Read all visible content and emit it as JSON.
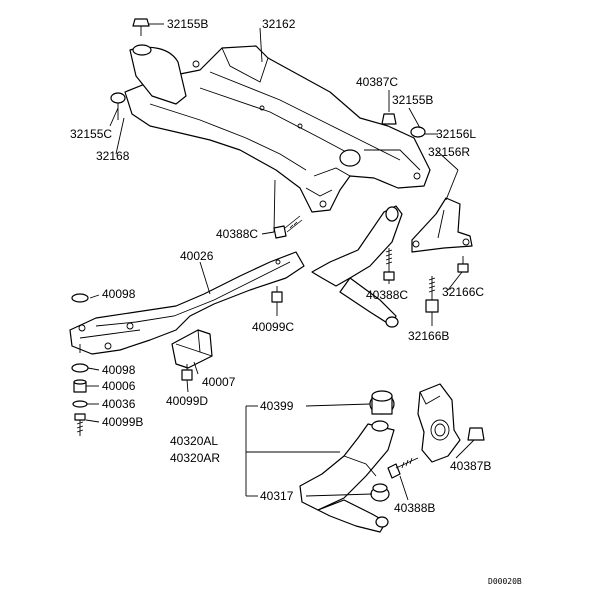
{
  "diagram": {
    "labels": {
      "l32155B_top": "32155B",
      "l32162": "32162",
      "l40387C": "40387C",
      "l32155B_right": "32155B",
      "l32156L": "32156L",
      "l32156R": "32156R",
      "l32155C": "32155C",
      "l32168": "32168",
      "l40388C_left": "40388C",
      "l40026": "40026",
      "l40098_upper": "40098",
      "l40099C": "40099C",
      "l40388C_mid": "40388C",
      "l32166C": "32166C",
      "l32166B": "32166B",
      "l40098_lower": "40098",
      "l40006": "40006",
      "l40007": "40007",
      "l40099D": "40099D",
      "l40036": "40036",
      "l40399": "40399",
      "l40099B": "40099B",
      "l40320AL": "40320AL",
      "l40320AR": "40320AR",
      "l40387B": "40387B",
      "l40317": "40317",
      "l40388B": "40388B"
    },
    "diagram_code": "D00020B"
  }
}
